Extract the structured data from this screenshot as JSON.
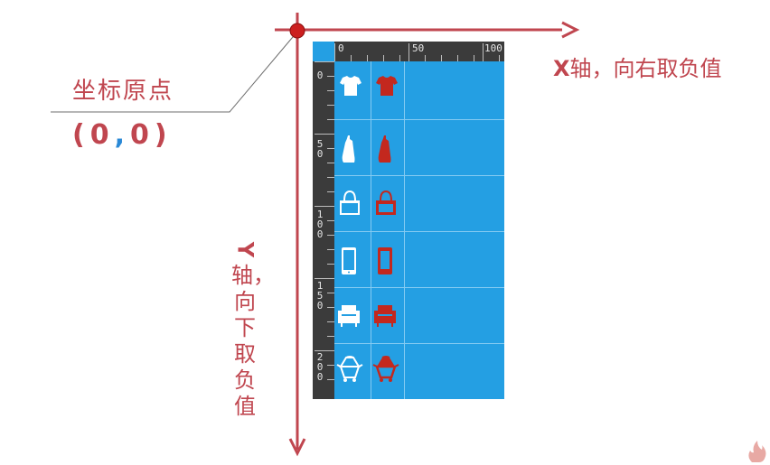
{
  "origin": {
    "label": "坐标原点",
    "coords_open": "(",
    "x": "0",
    "comma": ",",
    "y": "0",
    "coords_close": ")"
  },
  "x_axis": {
    "letter": "X",
    "text": "轴，向右取负值"
  },
  "y_axis": {
    "letter": "Y",
    "text": "轴，向下取负值"
  },
  "ruler": {
    "top_labels": [
      "0",
      "50",
      "100"
    ],
    "left_labels": [
      "0",
      "50",
      "100",
      "150",
      "200"
    ]
  },
  "sprites": [
    {
      "icon": "tshirt-icon"
    },
    {
      "icon": "dress-icon"
    },
    {
      "icon": "handbag-icon"
    },
    {
      "icon": "phone-icon"
    },
    {
      "icon": "sofa-icon"
    },
    {
      "icon": "stroller-icon"
    }
  ],
  "colors": {
    "accent_red": "#c0464f",
    "panel_blue": "#249fe3",
    "icon_white": "#ffffff",
    "icon_red": "#c3281e",
    "comma_blue": "#2a89d6"
  }
}
